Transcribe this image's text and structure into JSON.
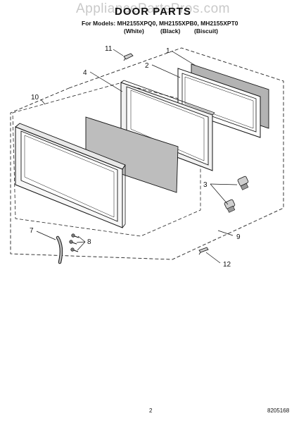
{
  "watermark": "AppliancePartsPros.com",
  "title": "DOOR PARTS",
  "models_line": "For Models: MH2155XPQ0, MH2155XPB0, MH2155XPT0",
  "colors": [
    "(White)",
    "(Black)",
    "(Biscuit)"
  ],
  "callouts": {
    "c1": "1",
    "c2": "2",
    "c3": "3",
    "c4": "4",
    "c7": "7",
    "c8": "8",
    "c9": "9",
    "c10": "10",
    "c11": "11",
    "c12": "12"
  },
  "footer": {
    "page": "2",
    "doc_number": "8205168"
  }
}
